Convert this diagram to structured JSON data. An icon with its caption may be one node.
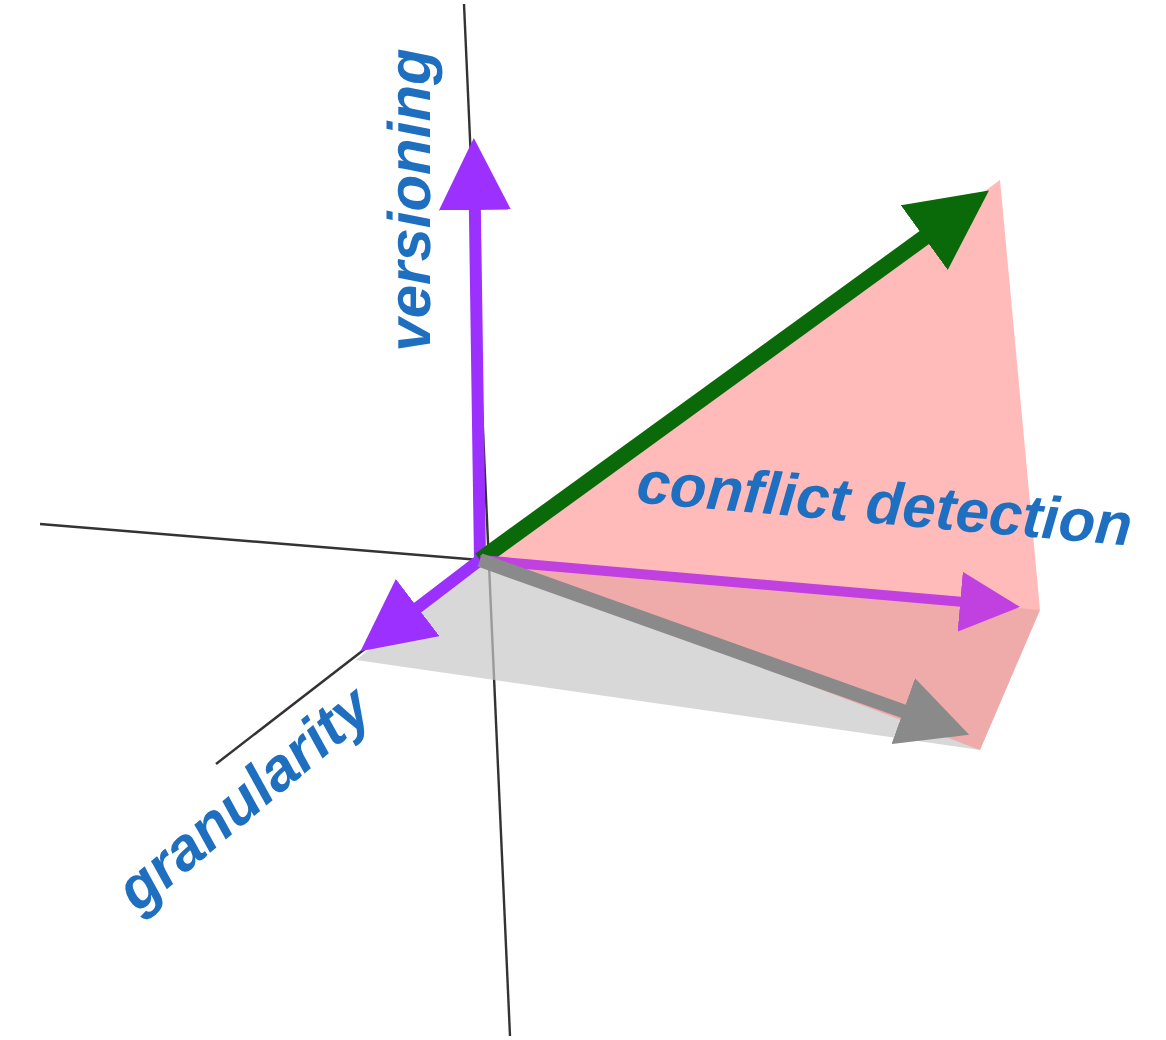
{
  "diagram": {
    "labels": [
      "versioning",
      "conflict detection",
      "granularity"
    ]
  }
}
